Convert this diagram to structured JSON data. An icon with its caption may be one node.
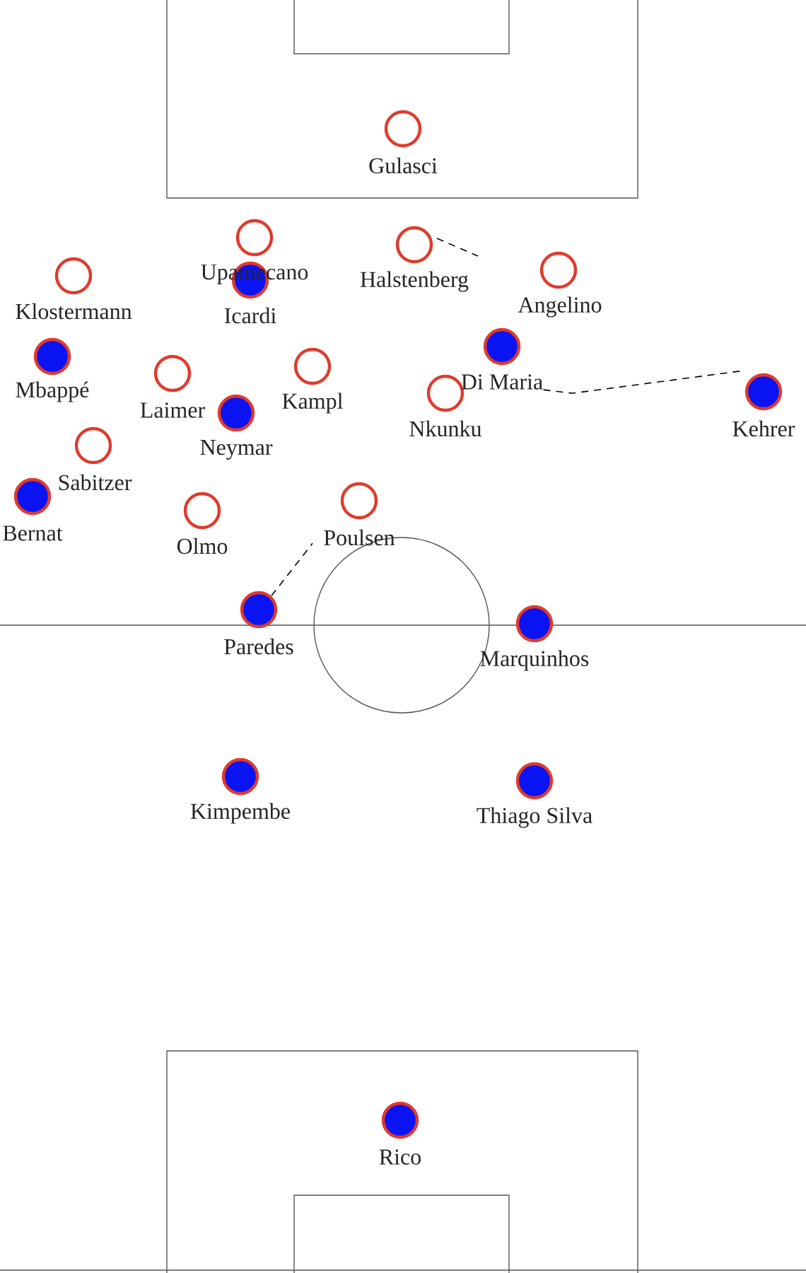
{
  "diagram": {
    "nodes": [
      {
        "text": [
          "Gulasci"
        ]
      },
      {
        "text": [
          "Upamecano"
        ]
      },
      {
        "text": [
          "Halstenberg"
        ]
      },
      {
        "text": [
          "Klostermann"
        ]
      },
      {
        "text": [
          "Angelino"
        ]
      },
      {
        "text": [
          "Icardi"
        ]
      },
      {
        "text": [
          "Mbappé"
        ]
      },
      {
        "text": [
          "Di Maria"
        ]
      },
      {
        "text": [
          "Laimer"
        ]
      },
      {
        "text": [
          "Kampl"
        ]
      },
      {
        "text": [
          "Nkunku"
        ]
      },
      {
        "text": [
          "Kehrer"
        ]
      },
      {
        "text": [
          "Neymar"
        ]
      },
      {
        "text": [
          "Sabitzer"
        ]
      },
      {
        "text": [
          "Bernat"
        ]
      },
      {
        "text": [
          "Olmo"
        ]
      },
      {
        "text": [
          "Poulsen"
        ]
      },
      {
        "text": [
          "Paredes"
        ]
      },
      {
        "text": [
          "Marquinhos"
        ]
      },
      {
        "text": [
          "Kimpembe"
        ]
      },
      {
        "text": [
          "Thiago Silva"
        ]
      },
      {
        "text": [
          "Rico"
        ]
      }
    ],
    "edges": [
      {
        "from": 2,
        "to": null,
        "arrow": "none",
        "style": "dashed"
      },
      {
        "from": 7,
        "to": 11,
        "arrow": "none",
        "style": "dashed"
      },
      {
        "from": 17,
        "to": 16,
        "arrow": "none",
        "style": "dashed"
      }
    ]
  }
}
